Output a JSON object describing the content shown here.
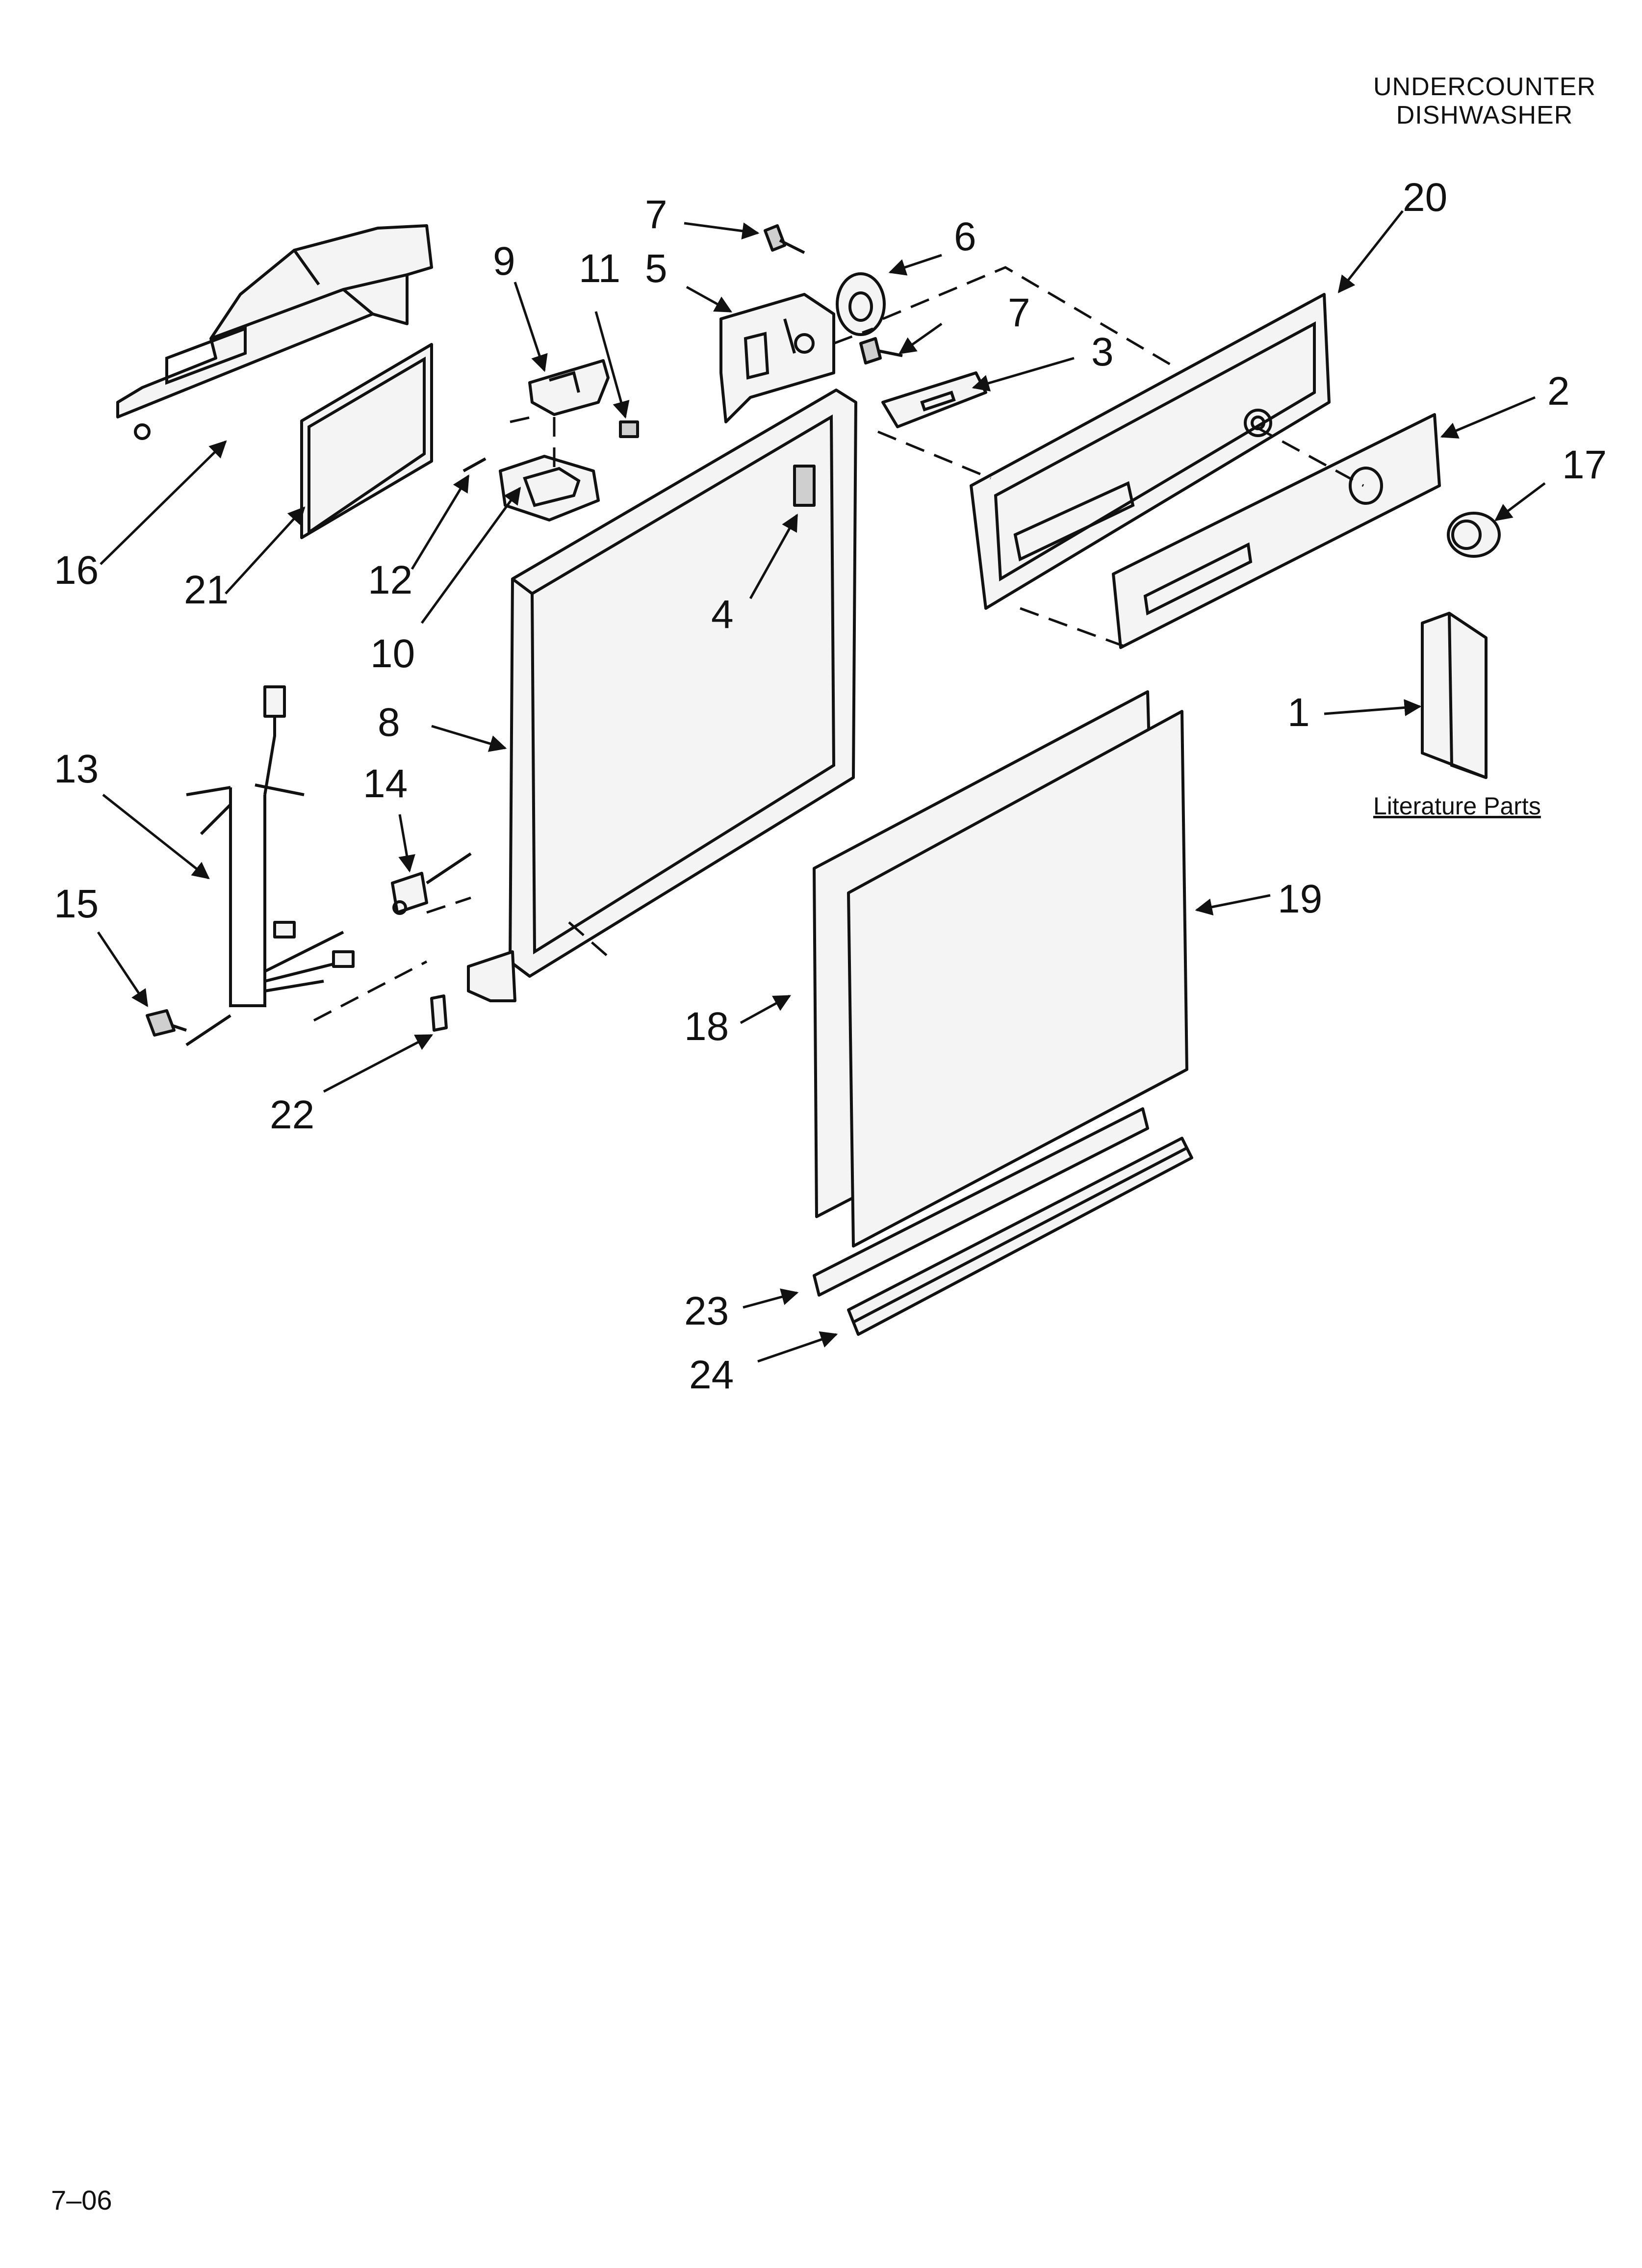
{
  "header": {
    "title_line1": "UNDERCOUNTER",
    "title_line2": "DISHWASHER"
  },
  "literature_label": "Literature Parts",
  "footer_code": "7–06",
  "callouts": {
    "c1": "1",
    "c2": "2",
    "c3": "3",
    "c4": "4",
    "c5": "5",
    "c6": "6",
    "c7a": "7",
    "c7b": "7",
    "c8": "8",
    "c9": "9",
    "c10": "10",
    "c11": "11",
    "c12": "12",
    "c13": "13",
    "c14": "14",
    "c15": "15",
    "c16": "16",
    "c17": "17",
    "c18": "18",
    "c19": "19",
    "c20": "20",
    "c21": "21",
    "c22": "22",
    "c23": "23",
    "c24": "24"
  }
}
